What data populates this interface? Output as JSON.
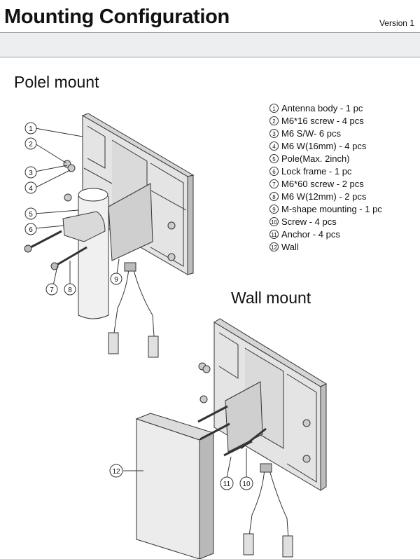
{
  "header": {
    "title": "Mounting Configuration",
    "version": "Version 1"
  },
  "pole_mount": {
    "title": "Polel mount",
    "callouts": [
      "1",
      "2",
      "3",
      "4",
      "5",
      "6",
      "7",
      "8",
      "9"
    ]
  },
  "wall_mount": {
    "title": "Wall mount",
    "callouts": [
      "12",
      "11",
      "10"
    ]
  },
  "parts_list": [
    {
      "num": "1",
      "text": "Antenna body - 1 pc"
    },
    {
      "num": "2",
      "text": "M6*16 screw - 4 pcs"
    },
    {
      "num": "3",
      "text": "M6 S/W- 6 pcs"
    },
    {
      "num": "4",
      "text": "M6 W(16mm) - 4 pcs"
    },
    {
      "num": "5",
      "text": "Pole(Max. 2inch)"
    },
    {
      "num": "6",
      "text": "Lock frame - 1 pc"
    },
    {
      "num": "7",
      "text": "M6*60 screw - 2 pcs"
    },
    {
      "num": "8",
      "text": "M6 W(12mm) - 2 pcs"
    },
    {
      "num": "9",
      "text": "M-shape mounting - 1 pc"
    },
    {
      "num": "10",
      "text": "Screw - 4 pcs"
    },
    {
      "num": "11",
      "text": "Anchor - 4 pcs"
    },
    {
      "num": "12",
      "text": "Wall"
    }
  ]
}
